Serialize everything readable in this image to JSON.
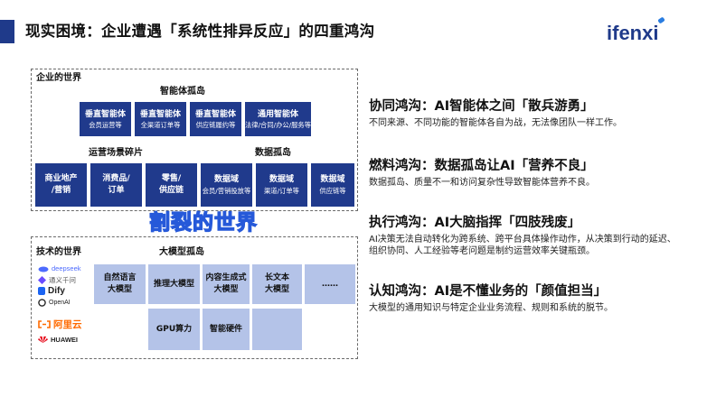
{
  "header": {
    "title": "现实困境：企业遭遇「系统性排异反应」的四重鸿沟",
    "logo": "ifenxi"
  },
  "top_panel": {
    "label": "企业的世界",
    "agent_island": "智能体孤岛",
    "agents": [
      {
        "line1": "垂直智能体",
        "line2": "会员运营等"
      },
      {
        "line1": "垂直智能体",
        "line2": "全渠道订单等"
      },
      {
        "line1": "垂直智能体",
        "line2": "供应链履约等"
      },
      {
        "line1": "通用智能体",
        "line2": "法律/合同/办公/服务等"
      }
    ],
    "scenario_fragment": "运营场景碎片",
    "data_island": "数据孤岛",
    "scenarios": [
      {
        "line1": "商业地产",
        "line2": "/营销"
      },
      {
        "line1": "消费品/",
        "line2": "订单"
      },
      {
        "line1": "零售/",
        "line2": "供应链"
      }
    ],
    "data_domains": [
      {
        "line1": "数据域",
        "line2": "会员/营销投放等"
      },
      {
        "line1": "数据域",
        "line2": "渠道/订单等"
      },
      {
        "line1": "数据域",
        "line2": "供应链等"
      }
    ]
  },
  "split_world": "割裂的世界",
  "bottom_panel": {
    "label": "技术的世界",
    "model_island": "大模型孤岛",
    "brands": [
      "deepseek",
      "通义千问",
      "Dify",
      "OpenAI",
      "阿里云",
      "HUAWEI"
    ],
    "models": [
      {
        "line1": "自然语言",
        "line2": "大模型"
      },
      {
        "line1": "推理大模型",
        "line2": ""
      },
      {
        "line1": "内容生成式",
        "line2": "大模型"
      },
      {
        "line1": "长文本",
        "line2": "大模型"
      },
      {
        "line1": "……",
        "line2": ""
      }
    ],
    "hardware": [
      "GPU算力",
      "智能硬件"
    ]
  },
  "gaps": [
    {
      "title": "协同鸿沟：AI智能体之间「散兵游勇」",
      "body": "不同来源、不同功能的智能体各自为战，无法像团队一样工作。"
    },
    {
      "title": "燃料鸿沟：数据孤岛让AI「营养不良」",
      "body": "数据孤岛、质量不一和访问复杂性导致智能体营养不良。"
    },
    {
      "title": "执行鸿沟：AI大脑指挥「四肢残废」",
      "body": "AI决策无法自动转化为跨系统、跨平台具体操作动作，从决策到行动的延迟、组织协同、人工经验等老问题是制约运营效率关键瓶颈。"
    },
    {
      "title": "认知鸿沟：AI是不懂业务的「颜值担当」",
      "body": "大模型的通用知识与特定企业业务流程、规则和系统的脱节。"
    }
  ],
  "colors": {
    "dark_box": "#203a8c",
    "light_box": "#b4c3e8",
    "accent": "#1f3a8a",
    "outline_text": "#2659d9"
  }
}
